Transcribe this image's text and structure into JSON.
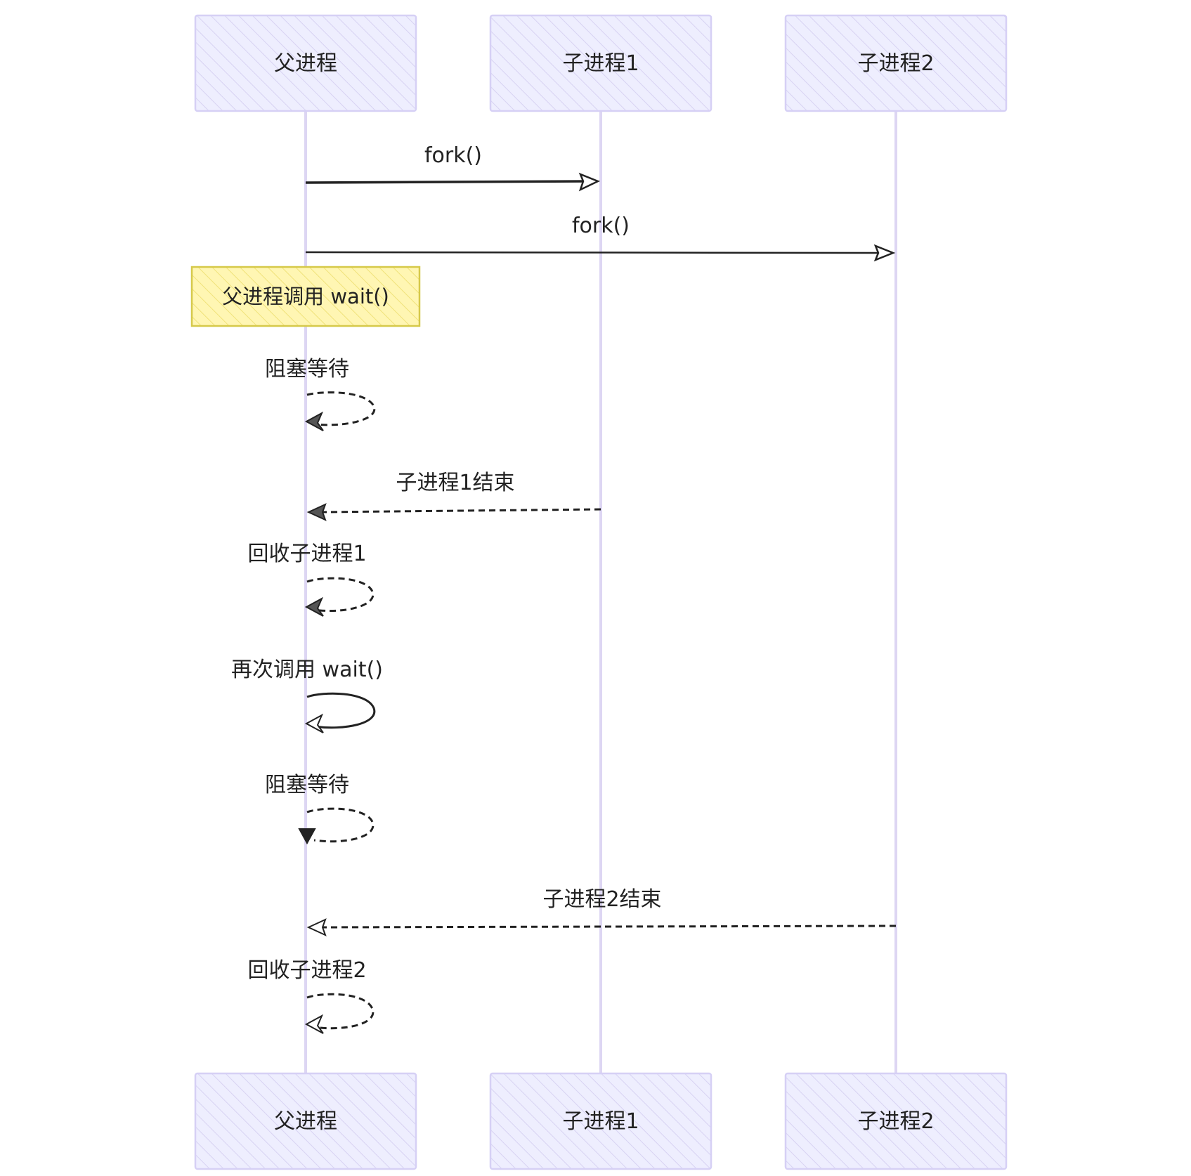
{
  "participants": [
    {
      "id": "parent",
      "label": "父进程"
    },
    {
      "id": "child1",
      "label": "子进程1"
    },
    {
      "id": "child2",
      "label": "子进程2"
    }
  ],
  "messages": [
    {
      "from": "parent",
      "to": "child1",
      "label": "fork()",
      "line": "solid"
    },
    {
      "from": "parent",
      "to": "child2",
      "label": "fork()",
      "line": "solid"
    },
    {
      "from": "parent",
      "to": "parent",
      "label": "阻塞等待",
      "line": "dashed"
    },
    {
      "from": "child1",
      "to": "parent",
      "label": "子进程1结束",
      "line": "dashed"
    },
    {
      "from": "parent",
      "to": "parent",
      "label": "回收子进程1",
      "line": "dashed"
    },
    {
      "from": "parent",
      "to": "parent",
      "label": "再次调用 wait()",
      "line": "solid"
    },
    {
      "from": "parent",
      "to": "parent",
      "label": "阻塞等待",
      "line": "dashed"
    },
    {
      "from": "child2",
      "to": "parent",
      "label": "子进程2结束",
      "line": "dashed"
    },
    {
      "from": "parent",
      "to": "parent",
      "label": "回收子进程2",
      "line": "dashed"
    }
  ],
  "note": {
    "over": "parent",
    "text": "父进程调用 wait()"
  },
  "colors": {
    "actor_fill": "#ececff",
    "actor_border": "#d6d0f5",
    "lifeline": "#ddd6f3",
    "note_fill": "#fff5ad",
    "note_border": "#d6c94a",
    "ink": "#222222"
  }
}
